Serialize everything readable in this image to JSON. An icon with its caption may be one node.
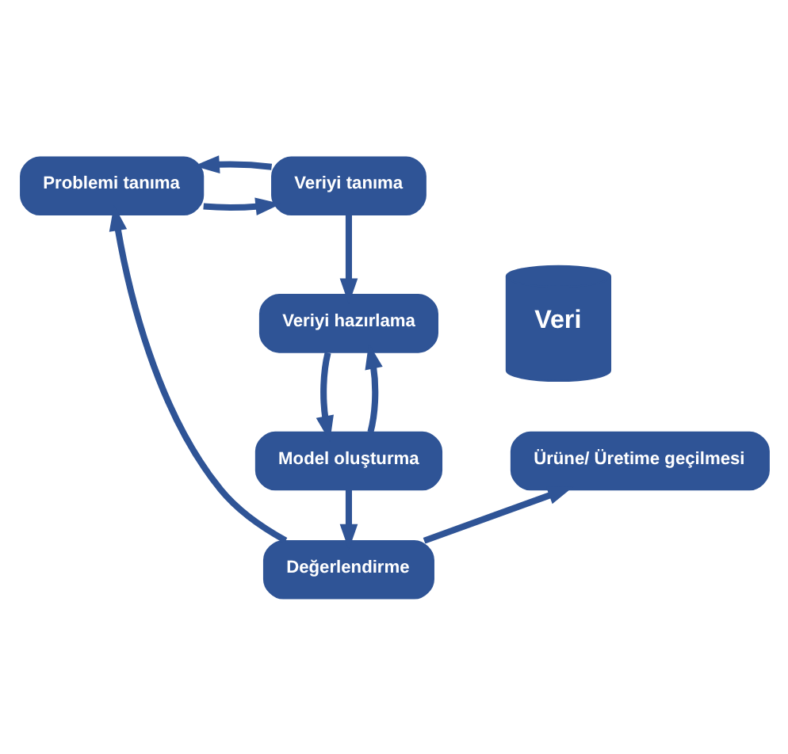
{
  "diagram": {
    "nodes": [
      {
        "text": [
          "Problemi tanıma"
        ]
      },
      {
        "text": [
          "Veriyi tanıma"
        ]
      },
      {
        "text": [
          "Veriyi hazırlama"
        ]
      },
      {
        "text": [
          "Model oluşturma"
        ]
      },
      {
        "text": [
          "Değerlendirme"
        ]
      },
      {
        "text": [
          "Ürüne/ Üretime geçilmesi"
        ]
      },
      {
        "text": [
          "Veri"
        ]
      }
    ],
    "edges": [
      {
        "from": 0,
        "to": 1,
        "arrow": "to"
      },
      {
        "from": 1,
        "to": 0,
        "arrow": "to"
      },
      {
        "from": 1,
        "to": 2,
        "arrow": "to"
      },
      {
        "from": 2,
        "to": 3,
        "arrow": "to"
      },
      {
        "from": 3,
        "to": 2,
        "arrow": "to"
      },
      {
        "from": 3,
        "to": 4,
        "arrow": "to"
      },
      {
        "from": 4,
        "to": 5,
        "arrow": "to"
      },
      {
        "from": 4,
        "to": 0,
        "arrow": "to"
      }
    ]
  }
}
